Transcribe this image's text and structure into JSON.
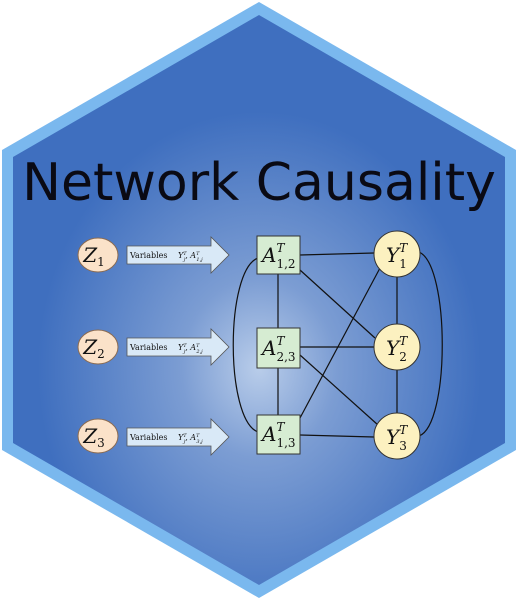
{
  "title": "Network Causality",
  "colors": {
    "hex_border": "#7ab8ee",
    "hex_fill": "#3f6fbf",
    "hex_glow": "#b9cdea",
    "title": "#0a0a14",
    "z_fill": "#fbe2c9",
    "a_fill": "#d6ecd2",
    "y_fill": "#fcf1c0",
    "arrow_fill": "#d9e9f7"
  },
  "z_nodes": [
    {
      "base": "Z",
      "sub": "1"
    },
    {
      "base": "Z",
      "sub": "2"
    },
    {
      "base": "Z",
      "sub": "3"
    }
  ],
  "arrows": [
    {
      "label": "Variables",
      "math_base": "Y",
      "math_sup": "T",
      "math_sub": "j",
      "math_base2": "A",
      "math_sup2": "T",
      "math_sub2": "1,j"
    },
    {
      "label": "Variables",
      "math_base": "Y",
      "math_sup": "T",
      "math_sub": "j",
      "math_base2": "A",
      "math_sup2": "T",
      "math_sub2": "2,j"
    },
    {
      "label": "Variables",
      "math_base": "Y",
      "math_sup": "T",
      "math_sub": "j",
      "math_base2": "A",
      "math_sup2": "T",
      "math_sub2": "3,j"
    }
  ],
  "a_nodes": [
    {
      "base": "A",
      "sup": "T",
      "sub": "1,2"
    },
    {
      "base": "A",
      "sup": "T",
      "sub": "2,3"
    },
    {
      "base": "A",
      "sup": "T",
      "sub": "1,3"
    }
  ],
  "y_nodes": [
    {
      "base": "Y",
      "sup": "T",
      "sub": "1"
    },
    {
      "base": "Y",
      "sup": "T",
      "sub": "2"
    },
    {
      "base": "Y",
      "sup": "T",
      "sub": "3"
    }
  ]
}
